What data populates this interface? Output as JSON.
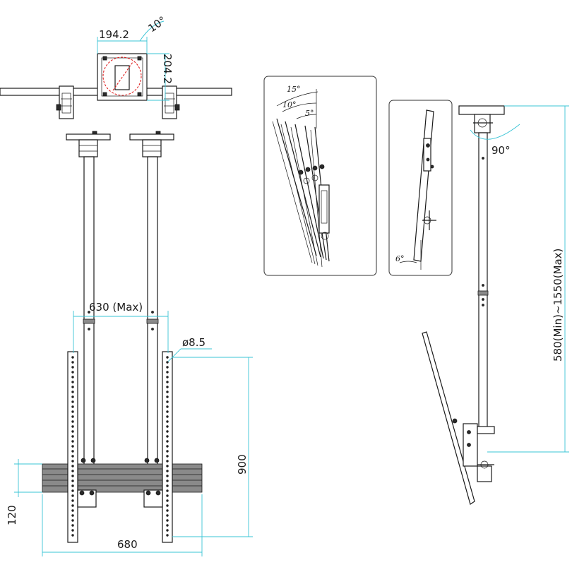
{
  "dimensions": {
    "plate_width": "194.2",
    "plate_height": "204.2",
    "rotation_small": "10°",
    "pole_spacing": "630 (Max)",
    "hole_diameter": "ø8.5",
    "height_900": "900",
    "rail_120": "120",
    "width_680": "680",
    "swivel": "90°",
    "drop_length": "580(Min)~1550(Max)"
  },
  "tilt_detail": {
    "angle_15": "15°",
    "angle_10": "10°",
    "angle_5": "5°"
  },
  "side_detail": {
    "angle_6": "6°"
  },
  "colors": {
    "dimension_line": "#39c4d6",
    "rotation_marker": "#e02020"
  }
}
